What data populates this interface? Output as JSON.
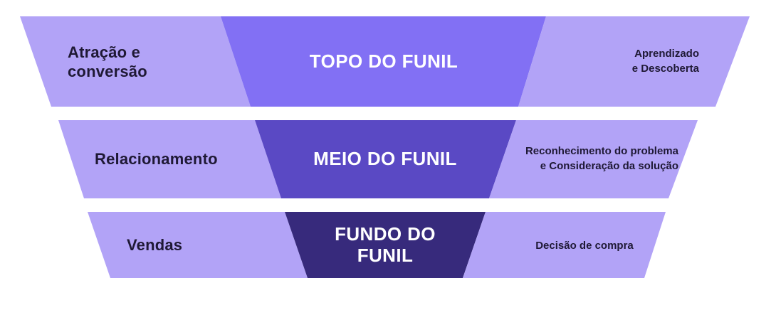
{
  "diagram": {
    "type": "funnel",
    "direction": "top-to-bottom",
    "stages": [
      {
        "stage": "Atração e\nconversão",
        "title": "TOPO DO FUNIL",
        "description": "Aprendizado\ne Descoberta"
      },
      {
        "stage": "Relacionamento",
        "title": "MEIO DO FUNIL",
        "description": "Reconhecimento do problema\ne Consideração da solução"
      },
      {
        "stage": "Vendas",
        "title": "FUNDO DO\nFUNIL",
        "description": "Decisão de compra"
      }
    ]
  },
  "colors": {
    "background": "#FFFFFF",
    "side_fill": "#B2A3F7",
    "top_fill": "#8270F4",
    "middle_fill": "#5A49C4",
    "bottom_fill": "#372A7C",
    "dark_text": "#1F1935",
    "light_text": "#FFFFFF"
  }
}
